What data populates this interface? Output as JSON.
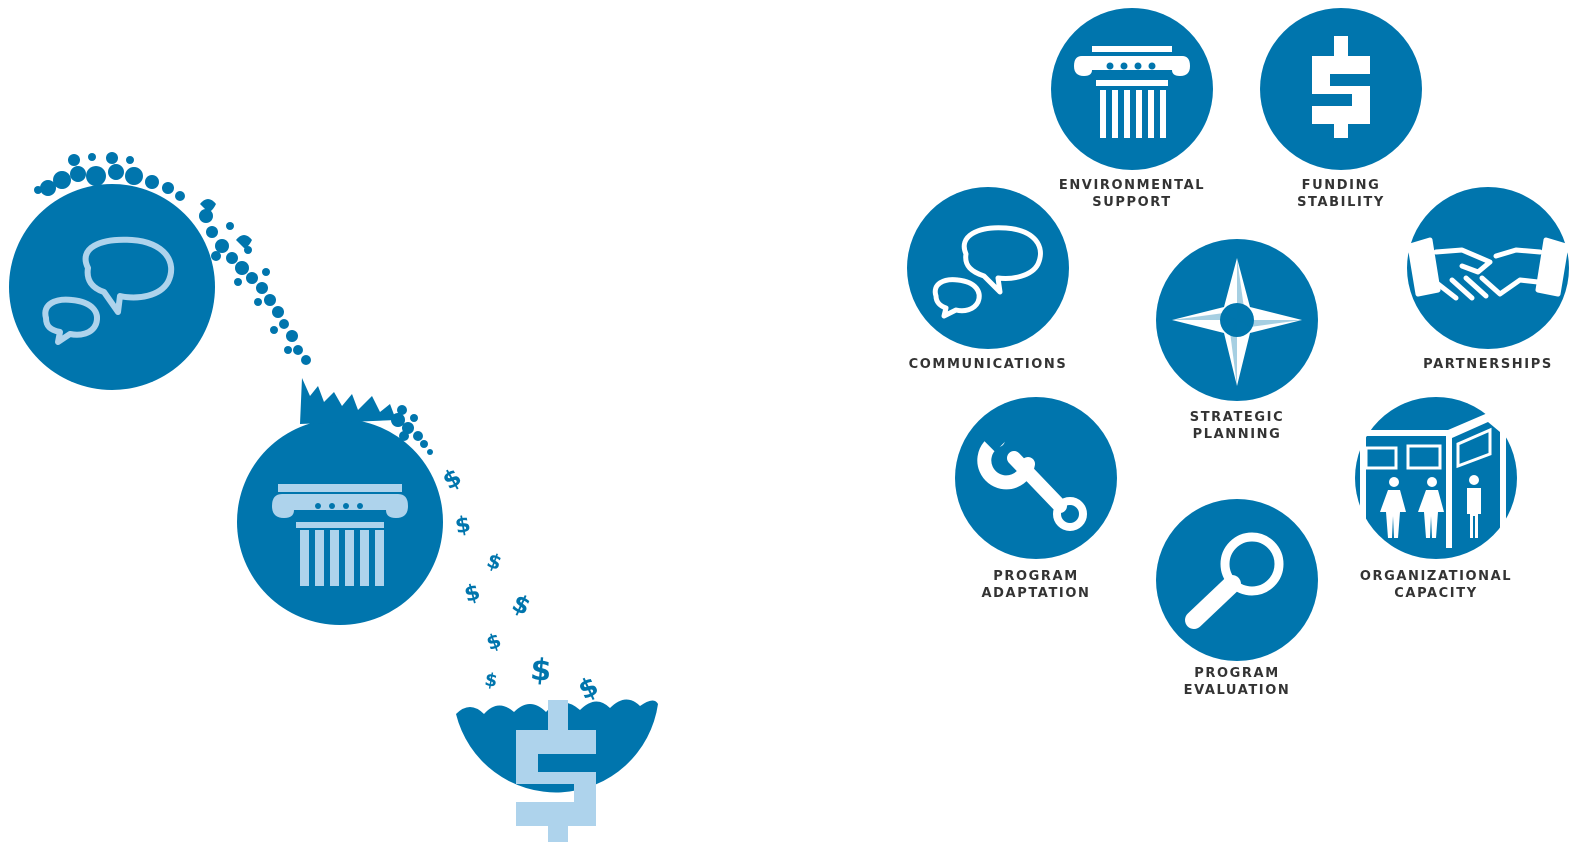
{
  "colors": {
    "primary_blue": "#0075ad",
    "light_blue": "#aed3ec",
    "white": "#ffffff",
    "label_text": "#333333"
  },
  "left_illustration": {
    "icons": [
      "speech-bubbles-icon",
      "column-icon",
      "dollar-icon"
    ],
    "falling_glyph": "$"
  },
  "elements": [
    {
      "id": "environmental-support",
      "icon": "column-icon",
      "label_lines": [
        "ENVIRONMENTAL",
        "SUPPORT"
      ]
    },
    {
      "id": "funding-stability",
      "icon": "dollar-icon",
      "label_lines": [
        "FUNDING",
        "STABILITY"
      ]
    },
    {
      "id": "communications",
      "icon": "speech-bubbles-icon",
      "label_lines": [
        "COMMUNICATIONS"
      ]
    },
    {
      "id": "partnerships",
      "icon": "handshake-icon",
      "label_lines": [
        "PARTNERSHIPS"
      ]
    },
    {
      "id": "strategic-planning",
      "icon": "compass-star-icon",
      "label_lines": [
        "STRATEGIC",
        "PLANNING"
      ]
    },
    {
      "id": "program-adaptation",
      "icon": "wrench-icon",
      "label_lines": [
        "PROGRAM",
        "ADAPTATION"
      ]
    },
    {
      "id": "organizational-capacity",
      "icon": "people-office-icon",
      "label_lines": [
        "ORGANIZATIONAL",
        "CAPACITY"
      ]
    },
    {
      "id": "program-evaluation",
      "icon": "magnifier-icon",
      "label_lines": [
        "PROGRAM",
        "EVALUATION"
      ]
    }
  ]
}
